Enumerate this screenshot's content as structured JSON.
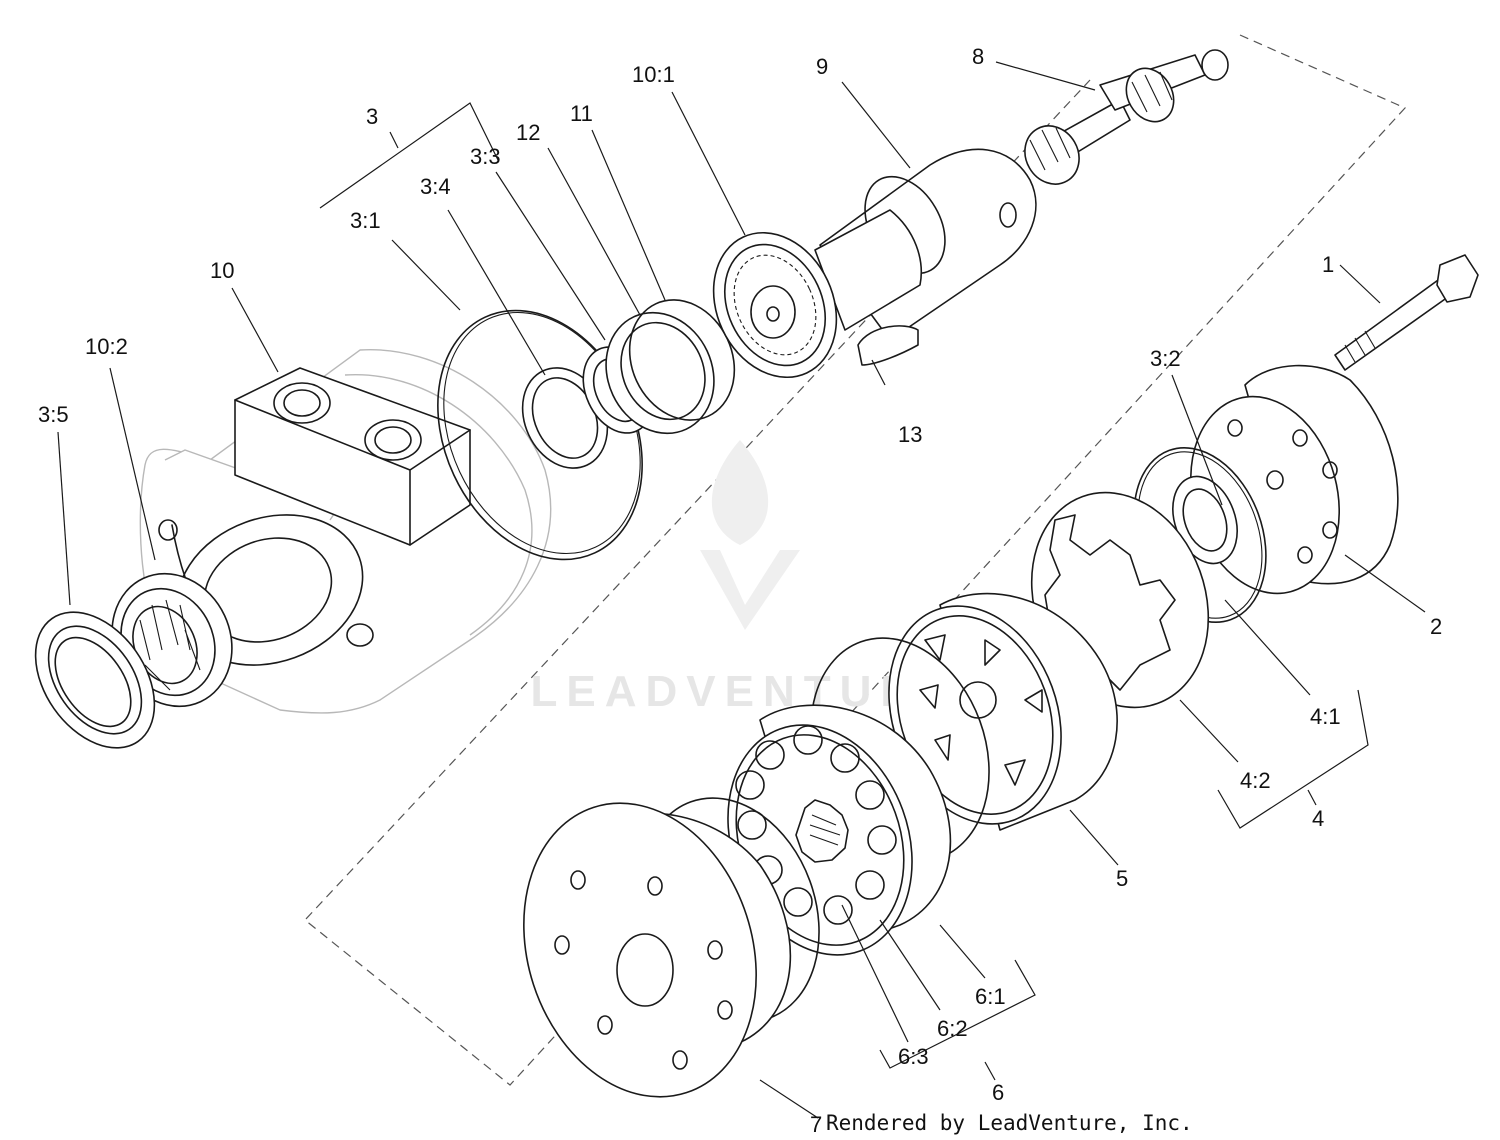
{
  "watermark": "LEADVENTURE",
  "credit": "Rendered by LeadVenture, Inc.",
  "labels": {
    "p1": "1",
    "p2": "2",
    "p3": "3",
    "p3_1": "3:1",
    "p3_2": "3:2",
    "p3_3": "3:3",
    "p3_4": "3:4",
    "p3_5": "3:5",
    "p4": "4",
    "p4_1": "4:1",
    "p4_2": "4:2",
    "p5": "5",
    "p6": "6",
    "p6_1": "6:1",
    "p6_2": "6:2",
    "p6_3": "6:3",
    "p7": "7",
    "p8": "8",
    "p9": "9",
    "p10": "10",
    "p10_1": "10:1",
    "p10_2": "10:2",
    "p11": "11",
    "p12": "12",
    "p13": "13"
  }
}
